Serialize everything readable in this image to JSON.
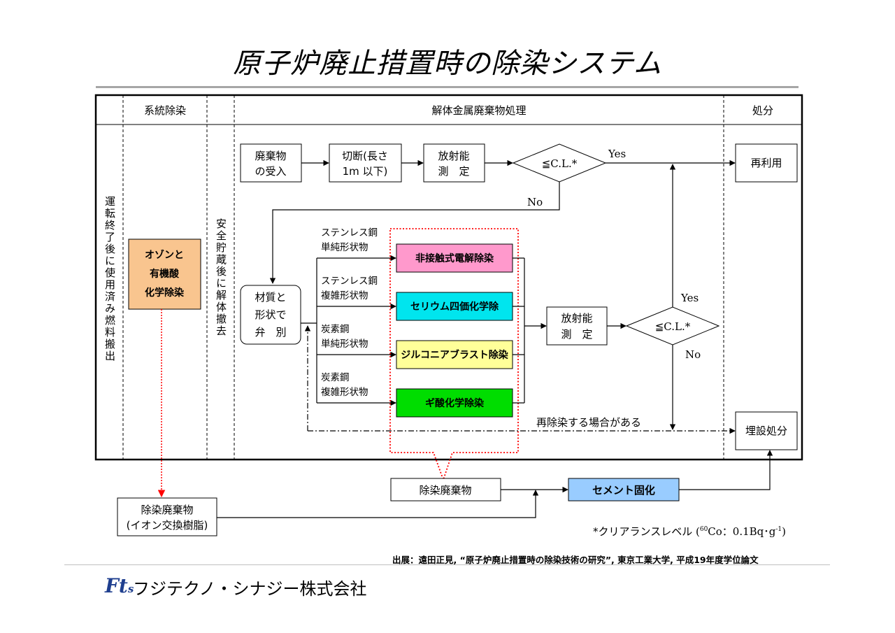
{
  "title": "原子炉廃止措置時の除染システム",
  "columns": {
    "system_decon": "系統除染",
    "dismantled_metal": "解体金属廃棄物処理",
    "disposal": "処分"
  },
  "vertical_labels": {
    "left": "運転終了後に使用済み燃料搬出",
    "middle": "安全貯蔵後に解体撤去"
  },
  "nodes": {
    "ozone": [
      "オゾンと",
      "有機酸",
      "化学除染"
    ],
    "receive": [
      "廃棄物",
      "の受入"
    ],
    "cut": [
      "切断(長さ",
      "1m 以下)"
    ],
    "measure1": [
      "放射能",
      "測　定"
    ],
    "cl1": "≦C.L.*",
    "reuse": "再利用",
    "sort": [
      "材質と",
      "形状で",
      "弁　別"
    ],
    "electro": "非接触式電解除染",
    "cerium": "セリウム四価化学除",
    "zirconia": "ジルコニアブラスト除染",
    "formic": "ギ酸化学除染",
    "measure2": [
      "放射能",
      "測　定"
    ],
    "cl2": "≦C.L.*",
    "burial": "埋設処分",
    "decon_waste_center": "除染廃棄物",
    "cement": "セメント固化",
    "decon_waste_left": [
      "除染廃棄物",
      "(イオン交換樹脂)"
    ]
  },
  "branch_labels": {
    "ss_simple": [
      "ステンレス鋼",
      "単純形状物"
    ],
    "ss_complex": [
      "ステンレス鋼",
      "複雑形状物"
    ],
    "cs_simple": [
      "炭素鋼",
      "単純形状物"
    ],
    "cs_complex": [
      "炭素鋼",
      "複雑形状物"
    ]
  },
  "edge_labels": {
    "yes1": "Yes",
    "no1": "No",
    "yes2": "Yes",
    "no2": "No",
    "redecon": "再除染する場合がある"
  },
  "colors": {
    "ozone": "#f9c58f",
    "electro": "#ff99cc",
    "cerium": "#00e5ee",
    "zirconia": "#ffff99",
    "formic": "#00dd00",
    "cement": "#99ccff",
    "highlight": "#ff0000"
  },
  "footnote": {
    "prefix": "*クリアランスレベル",
    "sup": "60",
    "value": "Co：0.1Bq･g",
    "exp": "-1"
  },
  "source": "出展：遠田正見, “原子炉廃止措置時の除染技術の研究”, 東京工業大学, 平成19年度学位論文",
  "company": "フジテクノ・シナジー株式会社",
  "logo": {
    "main": "Ft",
    "sub": "s"
  }
}
